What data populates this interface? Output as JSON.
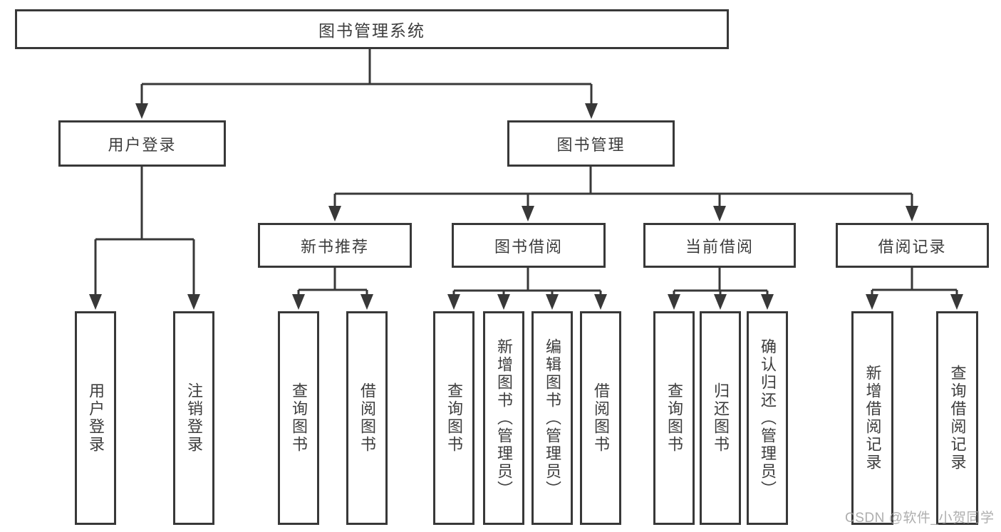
{
  "diagram": {
    "title": "图书管理系统",
    "type": "hierarchy-tree",
    "hierarchy": {
      "图书管理系统": {
        "用户登录": [
          "用户登录",
          "注销登录"
        ],
        "图书管理": {
          "新书推荐": [
            "查询图书",
            "借阅图书"
          ],
          "图书借阅": [
            "查询图书",
            "新增图书（管理员）",
            "编辑图书（管理员）",
            "借阅图书"
          ],
          "当前借阅": [
            "查询图书",
            "归还图书",
            "确认归还（管理员）"
          ],
          "借阅记录": [
            "新增借阅记录",
            "查询借阅记录"
          ]
        }
      }
    }
  },
  "nodes": {
    "root": "图书管理系统",
    "user_login": "用户登录",
    "book_mgmt": "图书管理",
    "new_book_rec": "新书推荐",
    "book_borrow": "图书借阅",
    "current_borrow": "当前借阅",
    "borrow_record": "借阅记录",
    "leaf_user_login": "用户登录",
    "leaf_logout": "注销登录",
    "leaf_query_books_1": "查询图书",
    "leaf_borrow_books_1": "借阅图书",
    "leaf_query_books_2": "查询图书",
    "leaf_add_books": "新增图书（管理员）",
    "leaf_edit_books": "编辑图书（管理员）",
    "leaf_borrow_books_2": "借阅图书",
    "leaf_query_books_3": "查询图书",
    "leaf_return_books": "归还图书",
    "leaf_confirm_return": "确认归还（管理员）",
    "leaf_add_borrow_record": "新增借阅记录",
    "leaf_query_borrow_record": "查询借阅记录"
  },
  "watermark": {
    "text": "CSDN @软件_小贺同学"
  },
  "colors": {
    "line": "#383838",
    "text": "#3d3d3d",
    "background": "#ffffff",
    "watermark": "#a0a0a0"
  }
}
